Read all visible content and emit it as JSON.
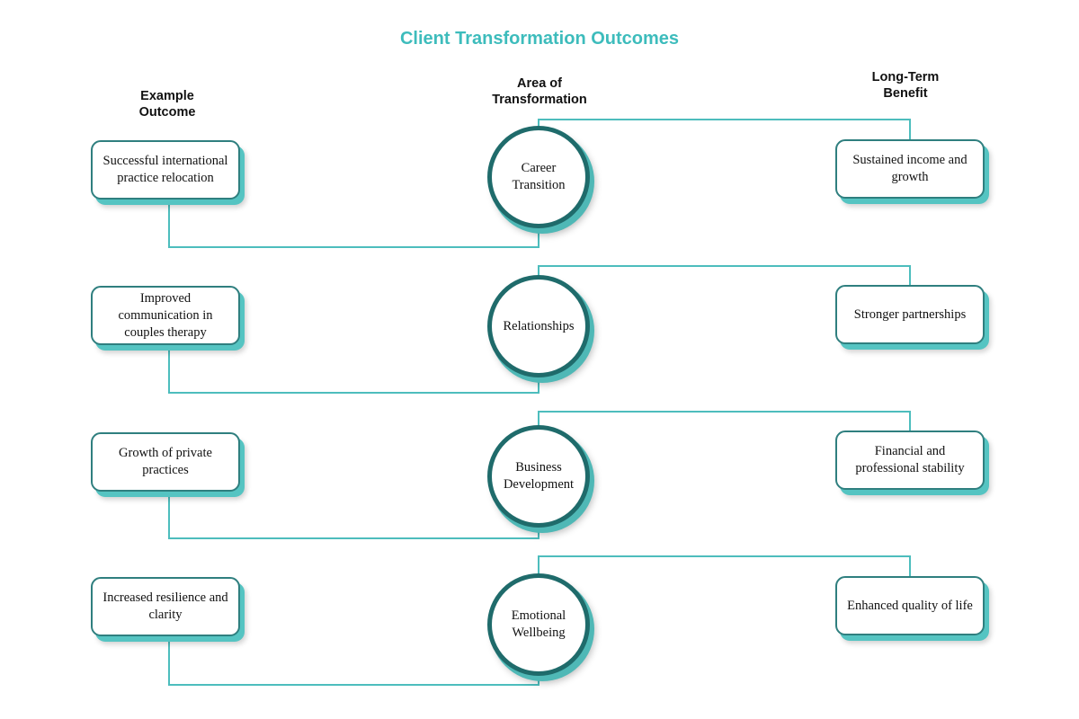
{
  "title": "Client Transformation Outcomes",
  "columns": {
    "left": [
      "Example",
      "Outcome"
    ],
    "center": [
      "Area of",
      "Transformation"
    ],
    "right": [
      "Long-Term",
      "Benefit"
    ]
  },
  "rows": [
    {
      "area": "Career Transition",
      "outcome": "Successful international practice relocation",
      "benefit": "Sustained income and growth"
    },
    {
      "area": "Relationships",
      "outcome": "Improved communication in couples therapy",
      "benefit": "Stronger partnerships"
    },
    {
      "area": "Business Development",
      "outcome": "Growth of private practices",
      "benefit": "Financial and professional stability"
    },
    {
      "area": "Emotional Wellbeing",
      "outcome": "Increased resilience and clarity",
      "benefit": "Enhanced quality of life"
    }
  ],
  "colors": {
    "accent": "#3dbcbc",
    "border": "#2f7f7f",
    "circle_border": "#1f6b6b",
    "connector": "#4dbdbd"
  }
}
